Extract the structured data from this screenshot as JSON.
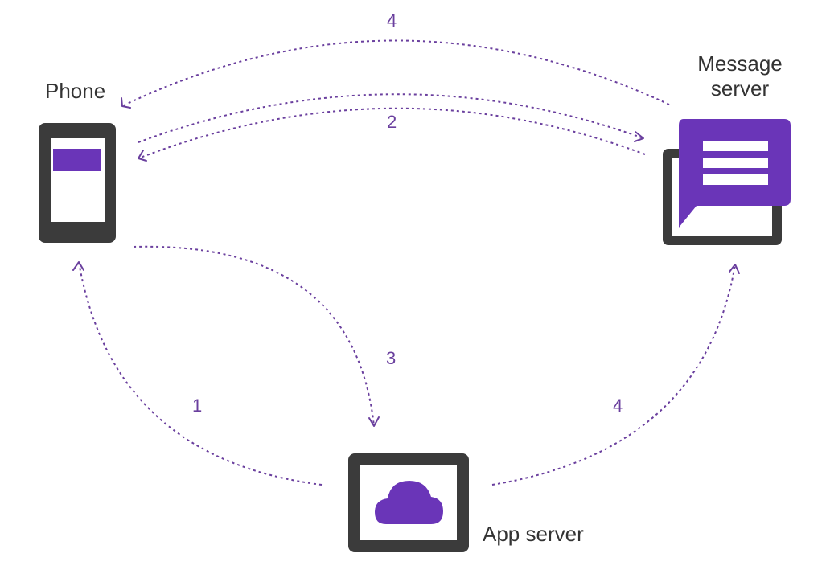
{
  "colors": {
    "accent": "#6a35b8",
    "arrow": "#6a3f9e",
    "device_frame": "#3b3b3b",
    "text": "#333333",
    "background": "#ffffff"
  },
  "nodes": {
    "phone": {
      "label": "Phone",
      "icon": "phone-icon"
    },
    "message_server": {
      "label_line1": "Message",
      "label_line2": "server",
      "icon": "message-icon"
    },
    "app_server": {
      "label": "App server",
      "icon": "cloud-icon"
    }
  },
  "steps": {
    "step_1": "1",
    "step_2": "2",
    "step_3": "3",
    "step_4_top": "4",
    "step_4_right": "4"
  }
}
